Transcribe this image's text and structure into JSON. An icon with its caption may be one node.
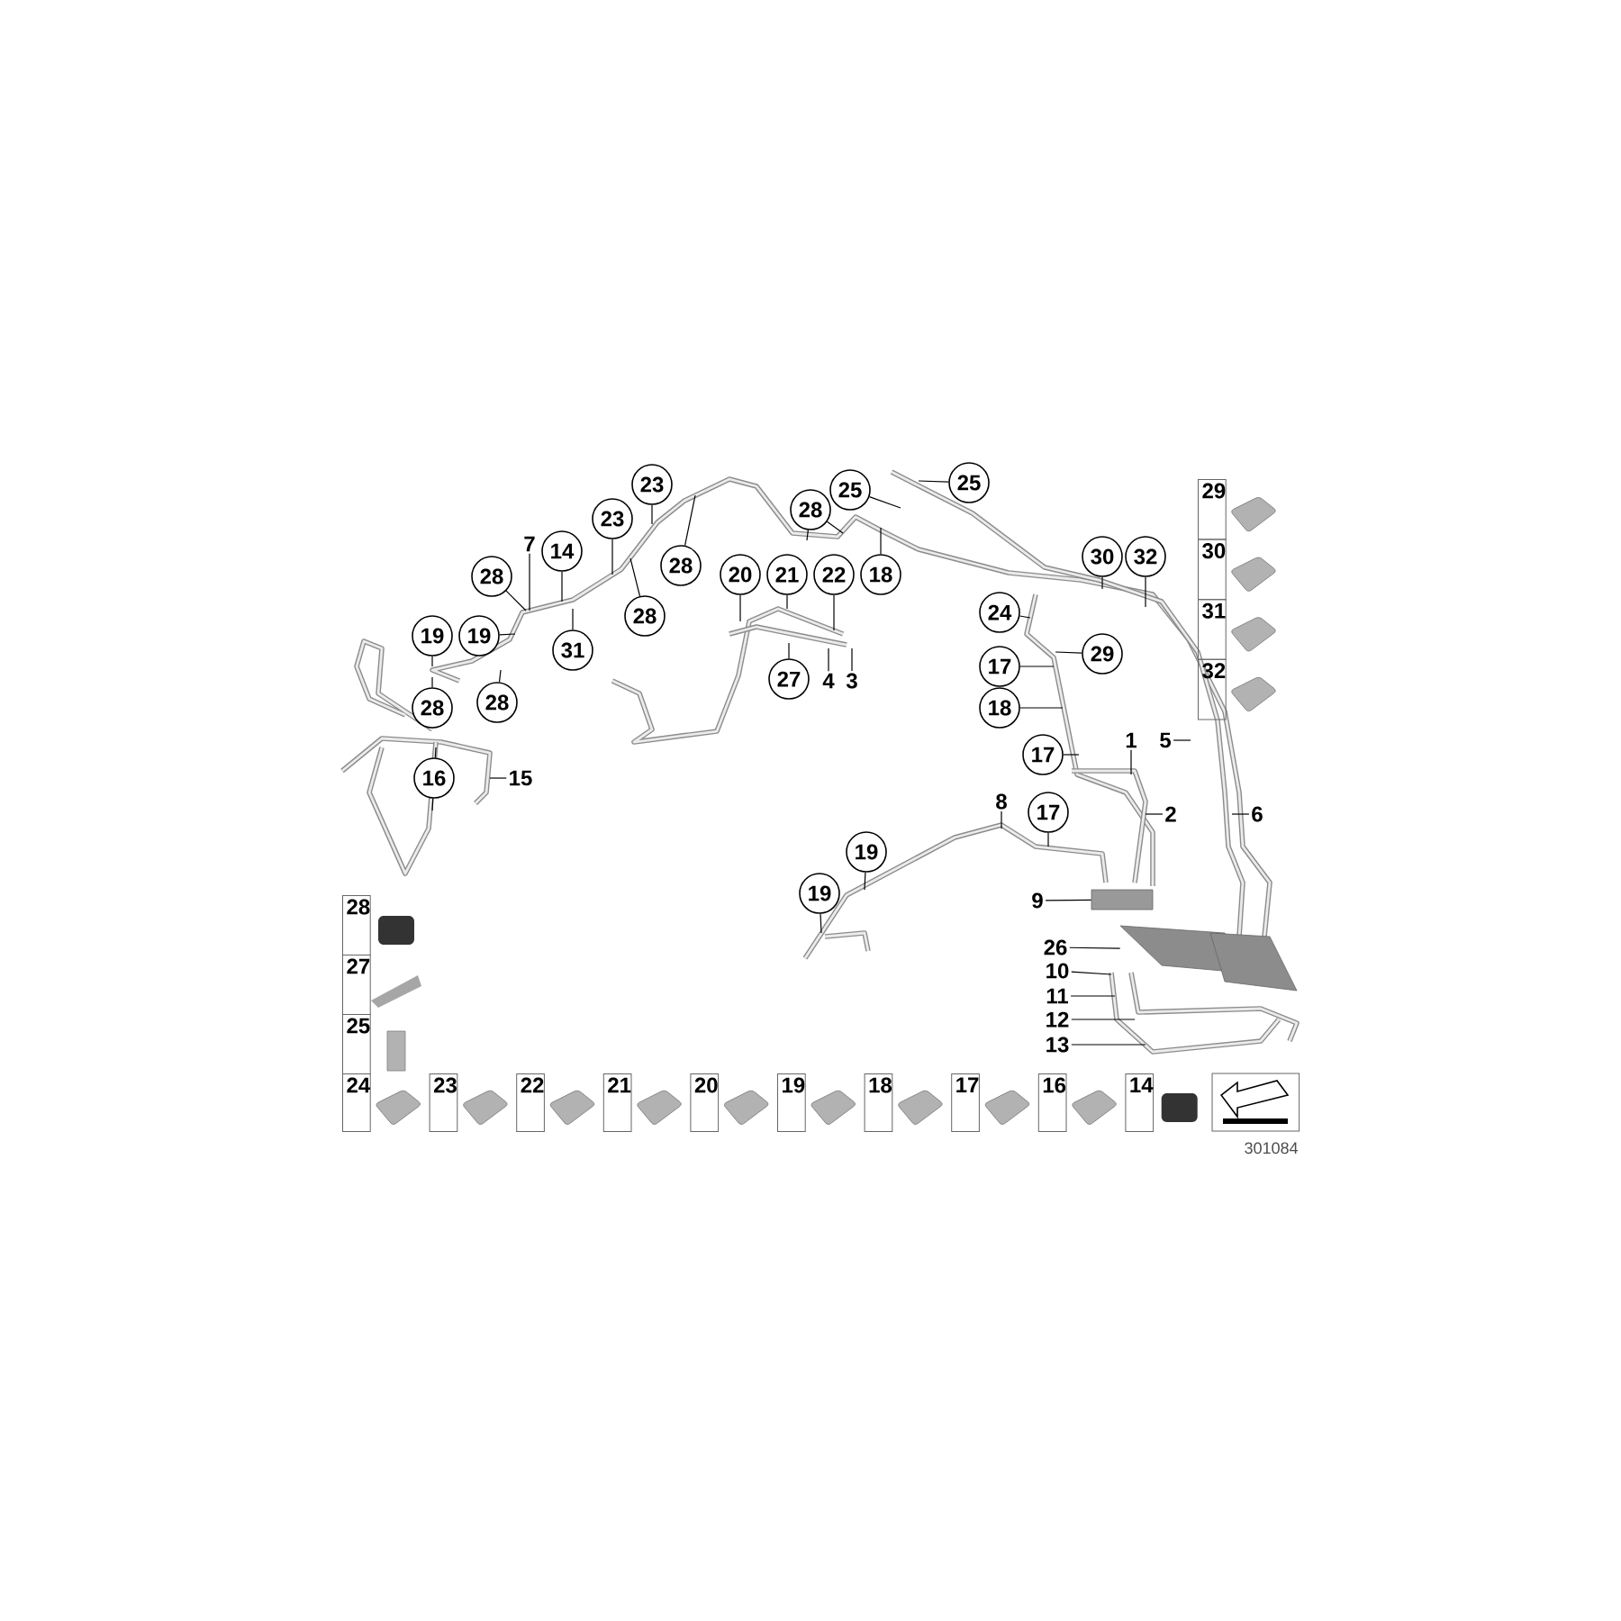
{
  "diagram": {
    "nodes": [
      {
        "text": [
          "23"
        ]
      },
      {
        "text": [
          "23"
        ]
      },
      {
        "text": [
          "28"
        ]
      },
      {
        "text": [
          "28"
        ]
      },
      {
        "text": [
          "7"
        ]
      },
      {
        "text": [
          "14"
        ]
      },
      {
        "text": [
          "31"
        ]
      },
      {
        "text": [
          "28"
        ]
      },
      {
        "text": [
          "19"
        ]
      },
      {
        "text": [
          "19"
        ]
      },
      {
        "text": [
          "28"
        ]
      },
      {
        "text": [
          "28"
        ]
      },
      {
        "text": [
          "16"
        ]
      },
      {
        "text": [
          "15"
        ]
      },
      {
        "text": [
          "20"
        ]
      },
      {
        "text": [
          "21"
        ]
      },
      {
        "text": [
          "22"
        ]
      },
      {
        "text": [
          "18"
        ]
      },
      {
        "text": [
          "27"
        ]
      },
      {
        "text": [
          "4"
        ]
      },
      {
        "text": [
          "3"
        ]
      },
      {
        "text": [
          "28"
        ]
      },
      {
        "text": [
          "25"
        ]
      },
      {
        "text": [
          "25"
        ]
      },
      {
        "text": [
          "30"
        ]
      },
      {
        "text": [
          "32"
        ]
      },
      {
        "text": [
          "24"
        ]
      },
      {
        "text": [
          "17"
        ]
      },
      {
        "text": [
          "29"
        ]
      },
      {
        "text": [
          "18"
        ]
      },
      {
        "text": [
          "17"
        ]
      },
      {
        "text": [
          "1"
        ]
      },
      {
        "text": [
          "5"
        ]
      },
      {
        "text": [
          "2"
        ]
      },
      {
        "text": [
          "6"
        ]
      },
      {
        "text": [
          "8"
        ]
      },
      {
        "text": [
          "17"
        ]
      },
      {
        "text": [
          "19"
        ]
      },
      {
        "text": [
          "19"
        ]
      },
      {
        "text": [
          "9"
        ]
      },
      {
        "text": [
          "26"
        ]
      },
      {
        "text": [
          "10"
        ]
      },
      {
        "text": [
          "11"
        ]
      },
      {
        "text": [
          "12"
        ]
      },
      {
        "text": [
          "13"
        ]
      },
      {
        "text": [
          "29"
        ]
      },
      {
        "text": [
          "30"
        ]
      },
      {
        "text": [
          "31"
        ]
      },
      {
        "text": [
          "32"
        ]
      },
      {
        "text": [
          "28"
        ]
      },
      {
        "text": [
          "27"
        ]
      },
      {
        "text": [
          "25"
        ]
      },
      {
        "text": [],
        "shape": "box"
      },
      {
        "text": [],
        "shape": "picture"
      },
      {
        "text": [
          "24"
        ]
      },
      {
        "text": [
          "23"
        ]
      },
      {
        "text": [
          "22"
        ]
      },
      {
        "text": [
          "21"
        ]
      },
      {
        "text": [
          "20"
        ]
      },
      {
        "text": [
          "19"
        ]
      },
      {
        "text": [
          "18"
        ]
      },
      {
        "text": [
          "17"
        ]
      },
      {
        "text": [
          "16"
        ]
      },
      {
        "text": [
          "14"
        ]
      }
    ],
    "edges": [
      {
        "from": 0,
        "to": null,
        "arrow": "none"
      },
      {
        "from": 1,
        "to": null,
        "arrow": "none"
      },
      {
        "from": 2,
        "to": null,
        "arrow": "none"
      },
      {
        "from": 3,
        "to": null,
        "arrow": "none"
      },
      {
        "from": 4,
        "to": null,
        "arrow": "none"
      },
      {
        "from": 5,
        "to": null,
        "arrow": "none"
      },
      {
        "from": 6,
        "to": null,
        "arrow": "none"
      },
      {
        "from": 7,
        "to": null,
        "arrow": "none"
      },
      {
        "from": 8,
        "to": null,
        "arrow": "none"
      },
      {
        "from": 9,
        "to": null,
        "arrow": "none"
      },
      {
        "from": 10,
        "to": null,
        "arrow": "none"
      },
      {
        "from": 11,
        "to": null,
        "arrow": "none"
      },
      {
        "from": 12,
        "to": null,
        "arrow": "none"
      },
      {
        "from": 12,
        "to": null,
        "arrow": "none"
      },
      {
        "from": 13,
        "to": null,
        "arrow": "none"
      },
      {
        "from": 14,
        "to": null,
        "arrow": "none"
      },
      {
        "from": 15,
        "to": null,
        "arrow": "none"
      },
      {
        "from": 16,
        "to": null,
        "arrow": "none"
      },
      {
        "from": 17,
        "to": null,
        "arrow": "none"
      },
      {
        "from": 18,
        "to": null,
        "arrow": "none"
      },
      {
        "from": 19,
        "to": null,
        "arrow": "none"
      },
      {
        "from": 20,
        "to": null,
        "arrow": "none"
      },
      {
        "from": 21,
        "to": null,
        "arrow": "none"
      },
      {
        "from": 21,
        "to": null,
        "arrow": "none"
      },
      {
        "from": 22,
        "to": null,
        "arrow": "none"
      },
      {
        "from": 23,
        "to": null,
        "arrow": "none"
      },
      {
        "from": 24,
        "to": null,
        "arrow": "none"
      },
      {
        "from": 25,
        "to": null,
        "arrow": "none"
      },
      {
        "from": 26,
        "to": null,
        "arrow": "none"
      },
      {
        "from": 27,
        "to": null,
        "arrow": "none"
      },
      {
        "from": 28,
        "to": null,
        "arrow": "none"
      },
      {
        "from": 29,
        "to": null,
        "arrow": "none"
      },
      {
        "from": 30,
        "to": null,
        "arrow": "none"
      },
      {
        "from": 31,
        "to": null,
        "arrow": "none"
      },
      {
        "from": 32,
        "to": null,
        "arrow": "none"
      },
      {
        "from": 33,
        "to": null,
        "arrow": "none"
      },
      {
        "from": 34,
        "to": null,
        "arrow": "none"
      },
      {
        "from": 35,
        "to": null,
        "arrow": "none"
      },
      {
        "from": 36,
        "to": null,
        "arrow": "none"
      },
      {
        "from": 37,
        "to": null,
        "arrow": "none"
      },
      {
        "from": 38,
        "to": null,
        "arrow": "none"
      },
      {
        "from": 39,
        "to": 52,
        "arrow": "none"
      },
      {
        "from": 40,
        "to": 53,
        "arrow": "none"
      },
      {
        "from": 41,
        "to": null,
        "arrow": "none"
      },
      {
        "from": 42,
        "to": null,
        "arrow": "none"
      },
      {
        "from": 43,
        "to": null,
        "arrow": "none"
      },
      {
        "from": 44,
        "to": null,
        "arrow": "none"
      }
    ],
    "labels": [
      "301084"
    ]
  }
}
